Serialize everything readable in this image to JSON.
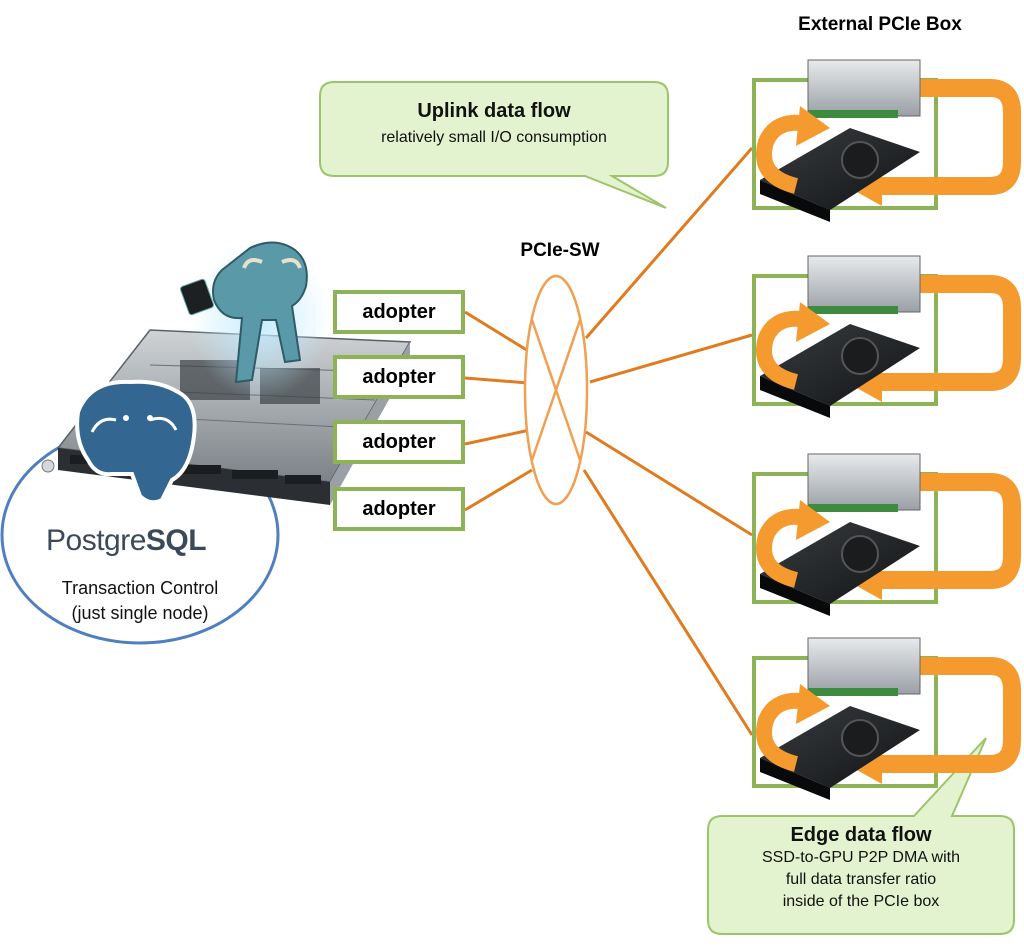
{
  "external_box": {
    "title": "External PCIe Box"
  },
  "pcie_switch": {
    "label": "PCIe-SW"
  },
  "adapters": [
    "adopter",
    "adopter",
    "adopter",
    "adopter"
  ],
  "uplink_callout": {
    "title": "Uplink data flow",
    "subtitle": "relatively small I/O consumption"
  },
  "edge_callout": {
    "title": "Edge data flow",
    "lines": [
      "SSD-to-GPU P2P DMA with",
      "full data transfer ratio",
      "inside of the PCIe box"
    ]
  },
  "postgres": {
    "logo_word_light": "Postgre",
    "logo_word_bold": "SQL",
    "caption_line1": "Transaction Control",
    "caption_line2": "(just single node)"
  },
  "colors": {
    "accent_green": "#8db356",
    "callout_fill": "#e4f3cf",
    "link_orange": "#e07b1f",
    "flow_orange": "#f49a2e",
    "postgres_blue": "#336791",
    "circle_blue": "#4f7fc1"
  }
}
